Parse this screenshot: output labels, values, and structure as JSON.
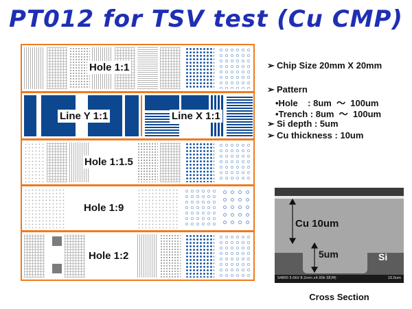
{
  "slide": {
    "title": "PT012 for TSV  test (Cu CMP)"
  },
  "mask_layout": {
    "labels": {
      "hole_1_1": "Hole 1:1",
      "line_y": "Line Y 1:1",
      "line_x": "Line X 1:1",
      "hole_1_1_5": "Hole 1:1.5",
      "hole_1_9": "Hole 1:9",
      "hole_1_2": "Hole 1:2"
    },
    "colors": {
      "frame": "#ee7a1e",
      "pattern_blue": "#0d4790"
    }
  },
  "specs": {
    "bullet": "➢",
    "chip_size": "Chip Size 20mm X 20mm",
    "pattern": "Pattern",
    "hole": "•Hole    : 8um  ～  100um",
    "trench": "•Trench : 8um  ～  100um",
    "si_depth": "Si depth : 5um",
    "cu_thickness": "Cu thickness : 10um"
  },
  "cross_section": {
    "cu_label": "Cu 10um",
    "depth_label": "5um",
    "si_label": "Si",
    "sem_info": "S4800 5.0kV 8.2mm x4.00k SE(M)",
    "scale": "10.0um",
    "caption": "Cross Section"
  }
}
